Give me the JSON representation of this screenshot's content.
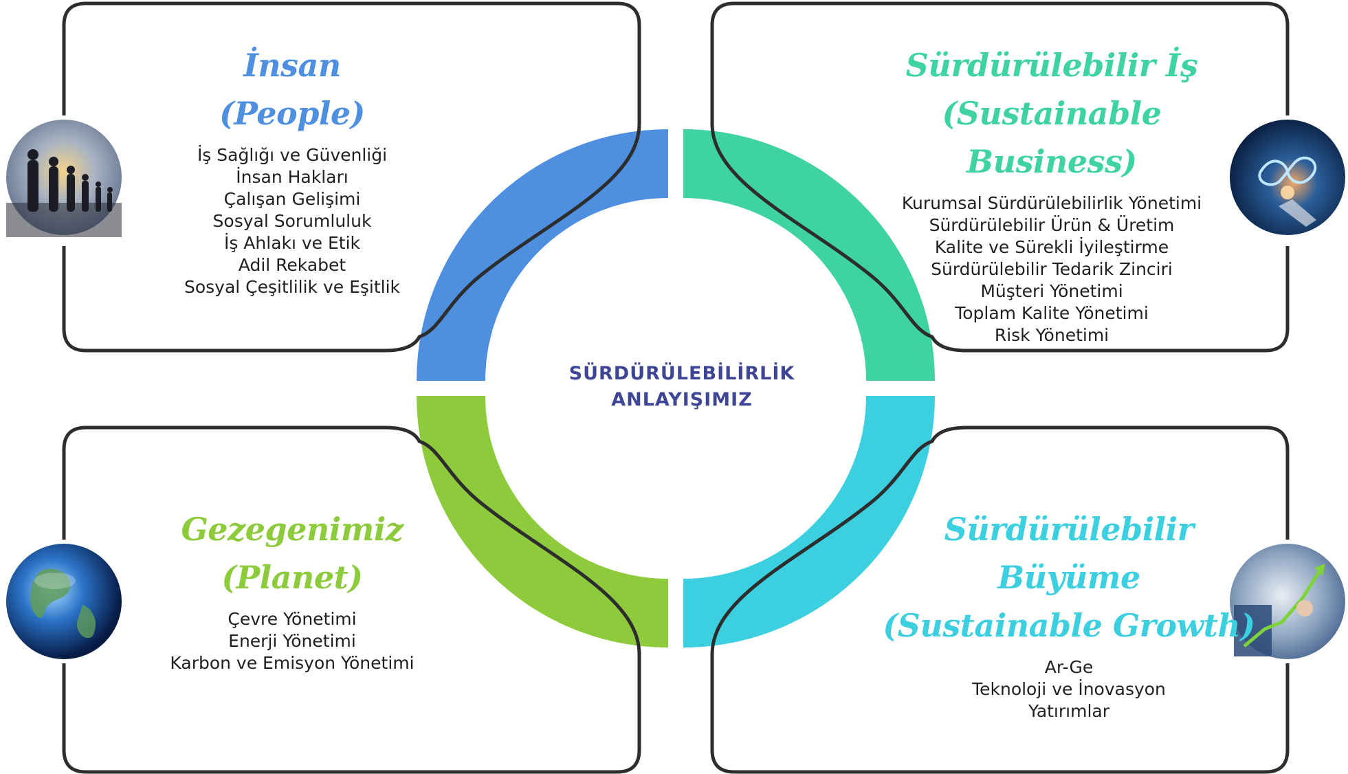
{
  "center": {
    "line1": "SÜRDÜRÜLEBİLİRLİK",
    "line2": "ANLAYIŞIMIZ"
  },
  "colors": {
    "people": "#4e8fe0",
    "business": "#3fd3a1",
    "planet": "#8ecb3c",
    "growth": "#3bcfe0",
    "outline": "#2d2d2d",
    "center_text": "#3e4594"
  },
  "panels": {
    "people": {
      "title1": "İnsan",
      "title2": "(People)",
      "icon": "people-silhouette-sunset-icon",
      "items": [
        "İş Sağlığı ve Güvenliği",
        "İnsan Hakları",
        "Çalışan Gelişimi",
        "Sosyal Sorumluluk",
        "İş Ahlakı ve Etik",
        "Adil Rekabet",
        "Sosyal Çeşitlilik ve Eşitlik"
      ]
    },
    "business": {
      "title1": "Sürdürülebilir İş",
      "title2": "(Sustainable Business)",
      "icon": "infinity-hand-icon",
      "items": [
        "Kurumsal Sürdürülebilirlik Yönetimi",
        "Sürdürülebilir Ürün & Üretim",
        "Kalite ve Sürekli İyileştirme",
        "Sürdürülebilir Tedarik Zinciri",
        "Müşteri Yönetimi",
        "Toplam Kalite Yönetimi",
        "Risk Yönetimi"
      ]
    },
    "planet": {
      "title1": "Gezegenimiz",
      "title2": "(Planet)",
      "icon": "earth-globe-icon",
      "items": [
        "Çevre Yönetimi",
        "Enerji Yönetimi",
        "Karbon ve Emisyon Yönetimi"
      ]
    },
    "growth": {
      "title1": "Sürdürülebilir Büyüme",
      "title2": "(Sustainable Growth)",
      "icon": "growth-chart-hand-icon",
      "items": [
        "Ar-Ge",
        "Teknoloji ve İnovasyon",
        "Yatırımlar"
      ]
    }
  }
}
